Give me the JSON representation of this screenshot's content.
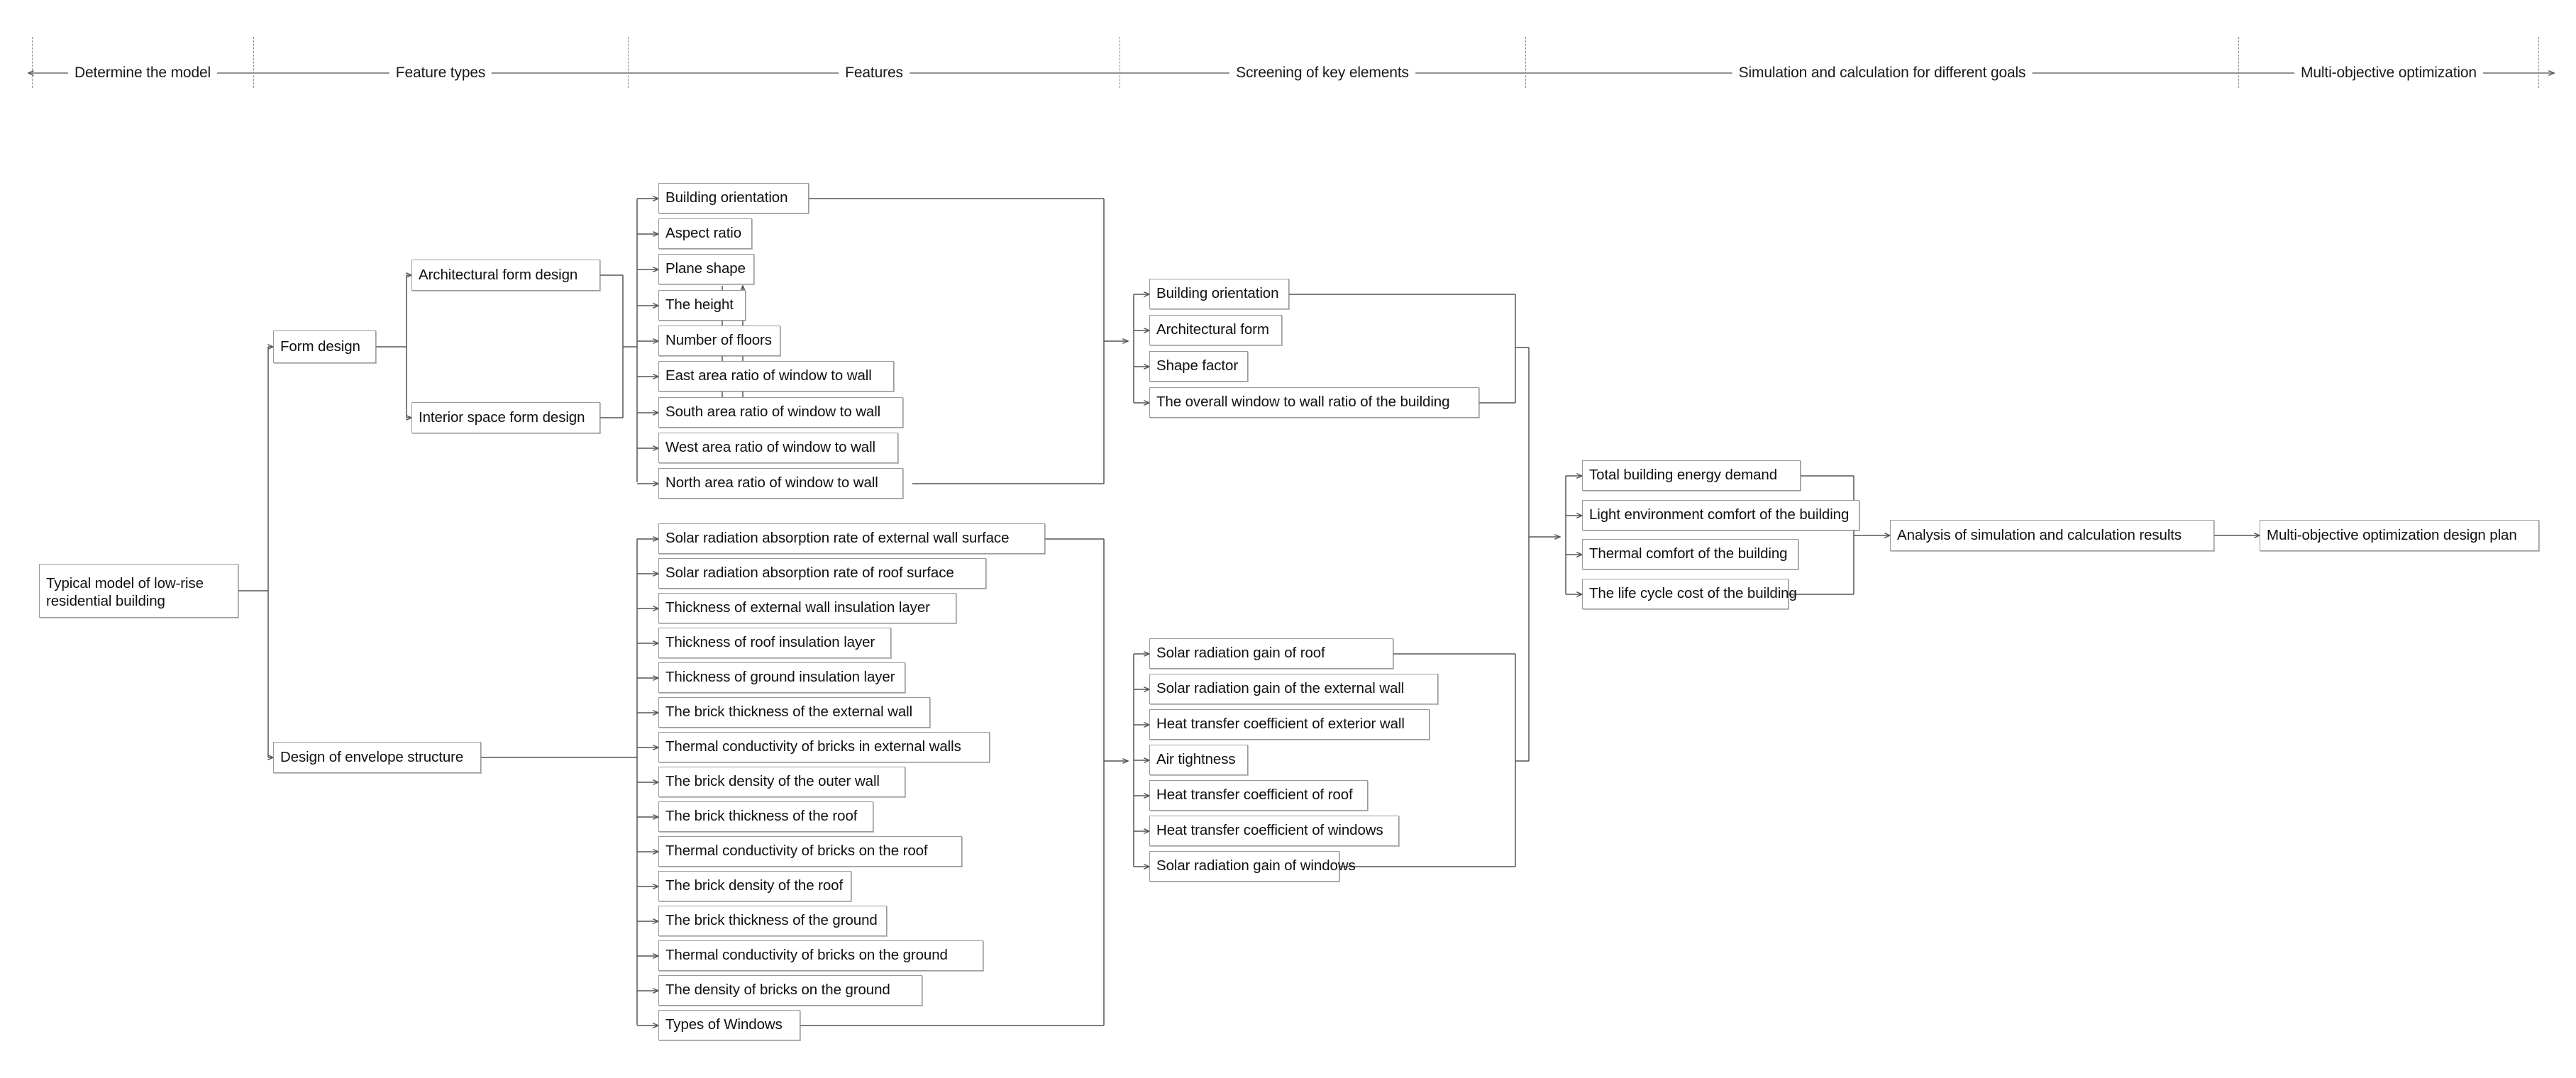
{
  "title": "Low-rise residential building multi-objective optimization workflow",
  "phases": [
    {
      "label": "Determine the model"
    },
    {
      "label": "Feature types"
    },
    {
      "label": "Features"
    },
    {
      "label": "Screening of key elements"
    },
    {
      "label": "Simulation and calculation for different goals"
    },
    {
      "label": "Multi-objective optimization"
    }
  ],
  "root": {
    "label": "Typical model of low-rise residential building"
  },
  "feature_types": [
    {
      "label": "Form design"
    },
    {
      "label": "Design of envelope structure"
    }
  ],
  "form_subtypes": [
    {
      "label": "Architectural form design"
    },
    {
      "label": "Interior space form design"
    }
  ],
  "features_form": [
    {
      "label": "Building orientation"
    },
    {
      "label": "Aspect ratio"
    },
    {
      "label": "Plane shape"
    },
    {
      "label": "The height"
    },
    {
      "label": "Number of floors"
    },
    {
      "label": "East area ratio of window to wall"
    },
    {
      "label": "South area ratio of window to wall"
    },
    {
      "label": "West area ratio of window to wall"
    },
    {
      "label": "North area ratio of window to wall"
    }
  ],
  "features_envelope": [
    {
      "label": "Solar radiation absorption rate of external wall surface"
    },
    {
      "label": "Solar radiation absorption rate of roof surface"
    },
    {
      "label": "Thickness of external wall insulation layer"
    },
    {
      "label": "Thickness of roof insulation layer"
    },
    {
      "label": "Thickness of ground insulation layer"
    },
    {
      "label": "The brick thickness of the external wall"
    },
    {
      "label": "Thermal conductivity of bricks in external walls"
    },
    {
      "label": "The brick density of the outer wall"
    },
    {
      "label": "The brick thickness of the roof"
    },
    {
      "label": "Thermal conductivity of bricks on the roof"
    },
    {
      "label": "The brick density of the roof"
    },
    {
      "label": "The brick thickness of the ground"
    },
    {
      "label": "Thermal conductivity of bricks on the ground"
    },
    {
      "label": "The density of bricks on the ground"
    },
    {
      "label": "Types of Windows"
    }
  ],
  "screening_form": [
    {
      "label": "Building orientation"
    },
    {
      "label": "Architectural form"
    },
    {
      "label": "Shape factor"
    },
    {
      "label": "The overall window to wall ratio of the building"
    }
  ],
  "screening_envelope": [
    {
      "label": "Solar radiation gain of roof"
    },
    {
      "label": "Solar radiation gain of the external wall"
    },
    {
      "label": "Heat transfer coefficient of exterior wall"
    },
    {
      "label": "Air tightness"
    },
    {
      "label": "Heat transfer coefficient of roof"
    },
    {
      "label": "Heat transfer coefficient of windows"
    },
    {
      "label": "Solar radiation gain of windows"
    }
  ],
  "simulation_goals": [
    {
      "label": "Total building energy demand"
    },
    {
      "label": "Light environment comfort of the building"
    },
    {
      "label": "Thermal comfort of the building"
    },
    {
      "label": "The life cycle cost of the building"
    }
  ],
  "analysis": {
    "label": "Analysis of simulation and calculation results"
  },
  "optimization": {
    "label": "Multi-objective optimization design plan"
  },
  "colors": {
    "box_border": "#9a9a9a",
    "wire": "#555555",
    "divider": "#8a8a8a",
    "background": "#ffffff",
    "text": "#111111"
  }
}
